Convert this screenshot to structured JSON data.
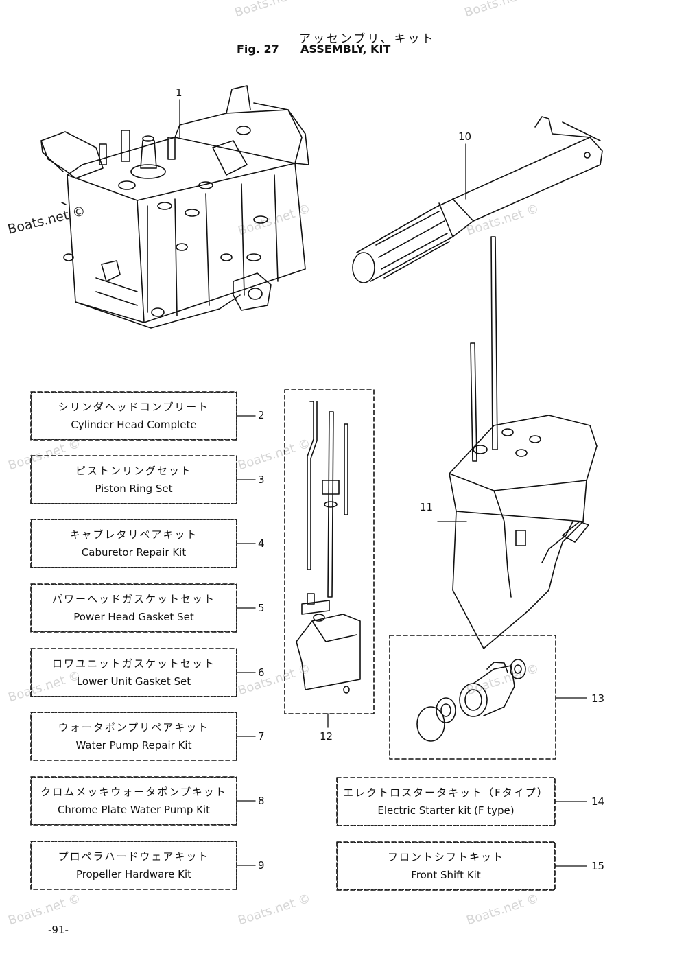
{
  "header": {
    "title_jp": "アッセンブリ、キット",
    "figure_label": "Fig. 27",
    "title_en": "ASSEMBLY, KIT"
  },
  "watermark": "Boats.net ©",
  "kits": [
    {
      "no": "2",
      "jp": "シリンダヘッドコンプリート",
      "en": "Cylinder Head Complete"
    },
    {
      "no": "3",
      "jp": "ピストンリングセット",
      "en": "Piston Ring Set"
    },
    {
      "no": "4",
      "jp": "キャブレタリペアキット",
      "en": "Caburetor Repair Kit"
    },
    {
      "no": "5",
      "jp": "パワーヘッドガスケットセット",
      "en": "Power Head Gasket Set"
    },
    {
      "no": "6",
      "jp": "ロワユニットガスケットセット",
      "en": "Lower Unit Gasket Set"
    },
    {
      "no": "7",
      "jp": "ウォータポンプリペアキット",
      "en": "Water Pump Repair Kit"
    },
    {
      "no": "8",
      "jp": "クロムメッキウォータポンプキット",
      "en": "Chrome Plate Water Pump Kit"
    },
    {
      "no": "9",
      "jp": "プロペラハードウェアキット",
      "en": "Propeller Hardware Kit"
    },
    {
      "no": "14",
      "jp": "エレクトロスタータキット（Fタイプ）",
      "en": "Electric Starter kit (F type)"
    },
    {
      "no": "15",
      "jp": "フロントシフトキット",
      "en": "Front Shift Kit"
    }
  ],
  "callouts": {
    "c1": "1",
    "c10": "10",
    "c11": "11",
    "c12": "12",
    "c13": "13"
  },
  "page_number": "-91-"
}
